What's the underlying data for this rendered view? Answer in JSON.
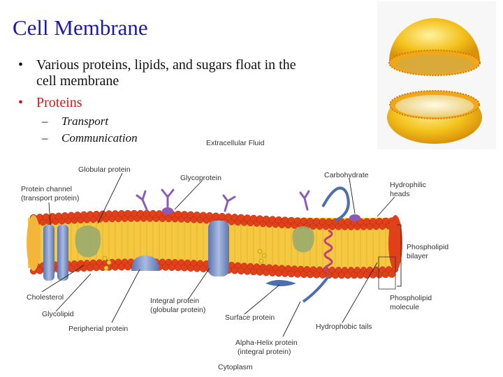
{
  "slide": {
    "title": "Cell Membrane",
    "bullets": [
      "Various proteins, lipids, and sugars float in the cell membrane",
      "Proteins"
    ],
    "sub_bullets": [
      "Transport",
      "Communication"
    ],
    "bullet_color_highlight": "#cc1a1a",
    "title_color": "#1a1aa6"
  },
  "diagram": {
    "labels": {
      "extracellular": "Extracellular Fluid",
      "globular": "Globular protein",
      "glycoprotein": "Glycoprotein",
      "carbohydrate": "Carbohydrate",
      "channel_1": "Protein channel",
      "channel_2": "(transport protein)",
      "hydrophilic_1": "Hydrophilic",
      "hydrophilic_2": "heads",
      "bilayer_1": "Phospholipid",
      "bilayer_2": "bilayer",
      "cholesterol": "Cholesterol",
      "glycolipid": "Glycolipid",
      "integral_1": "Integral protein",
      "integral_2": "(globular protein)",
      "surface": "Surface protein",
      "molecule_1": "Phospholipid",
      "molecule_2": "molecule",
      "peripheral": "Peripherial protein",
      "hydrophobic": "Hydrophobic tails",
      "alpha_1": "Alpha-Helix protein",
      "alpha_2": "(integral protein)",
      "cytoplasm": "Cytoplasm"
    },
    "colors": {
      "head": "#e0401a",
      "tail": "#f5c842",
      "protein": "#7f95c8",
      "glyco": "#8a5bb8",
      "cholesterol": "#e8d030",
      "helix": "#4d6fb0"
    }
  }
}
